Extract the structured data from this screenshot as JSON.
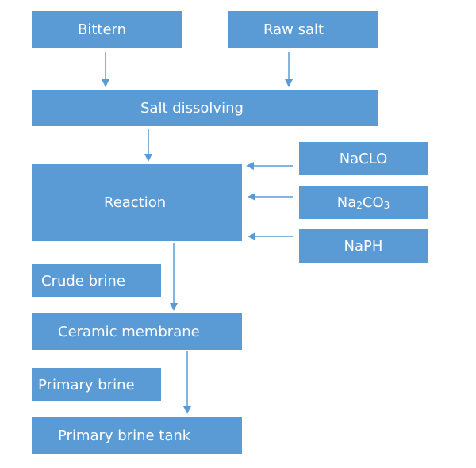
{
  "boxes": {
    "bittern": "Bittern",
    "raw_salt": "Raw salt",
    "salt_dissolving": "Salt dissolving",
    "reaction": "Reaction",
    "naclo": "NaCLO",
    "na2co3": {
      "na": "Na",
      "sub2": "2",
      "co": "CO",
      "sub3": "3"
    },
    "naph": "NaPH",
    "crude_brine": "Crude brine",
    "ceramic_membrane": "Ceramic membrane",
    "primary_brine": "Primary brine",
    "primary_brine_tank": "Primary brine tank"
  },
  "colors": {
    "box_fill": "#5b9bd5",
    "arrow": "#5b9bd5",
    "text": "#ffffff"
  }
}
